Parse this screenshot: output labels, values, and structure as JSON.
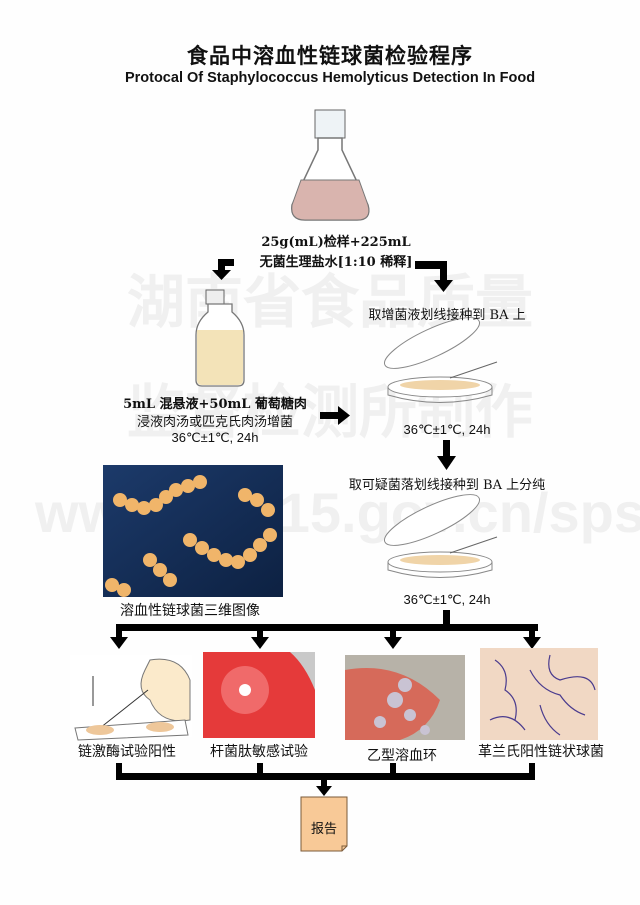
{
  "title": "食品中溶血性链球菌检验程序",
  "subtitle": "Protocal Of Staphylococcus Hemolyticus Detection In Food",
  "watermark": {
    "line1": "湖南省食品质量",
    "line2": "监督检测所制作",
    "line3": "www.hn315.gov.cn/sps"
  },
  "steps": {
    "sample_line1": "25g(mL)检样+225mL",
    "sample_line2": "无菌生理盐水[1:10 稀释]",
    "enrich_line1": "5mL 混悬液+50mL 葡萄糖肉",
    "enrich_line2": "浸液肉汤或匹克氏肉汤增菌",
    "enrich_cond": "36℃±1℃, 24h",
    "streak1": "取增菌液划线接种到 BA 上",
    "streak1_cond": "36℃±1℃, 24h",
    "streak2": "取可疑菌落划线接种到 BA 上分纯",
    "streak2_cond": "36℃±1℃, 24h",
    "image_caption": "溶血性链球菌三维图像"
  },
  "tests": [
    {
      "label": "链激酶试验阳性"
    },
    {
      "label": "杆菌肽敏感试验"
    },
    {
      "label": "乙型溶血环"
    },
    {
      "label": "革兰氏阳性链状球菌"
    }
  ],
  "report": "报告",
  "colors": {
    "flask_liquid": "#d9b4ae",
    "broth": "#f3e3b8",
    "agar": "#f0d4a8",
    "blood_agar": "#e53a3a",
    "report_box": "#f8c997"
  }
}
